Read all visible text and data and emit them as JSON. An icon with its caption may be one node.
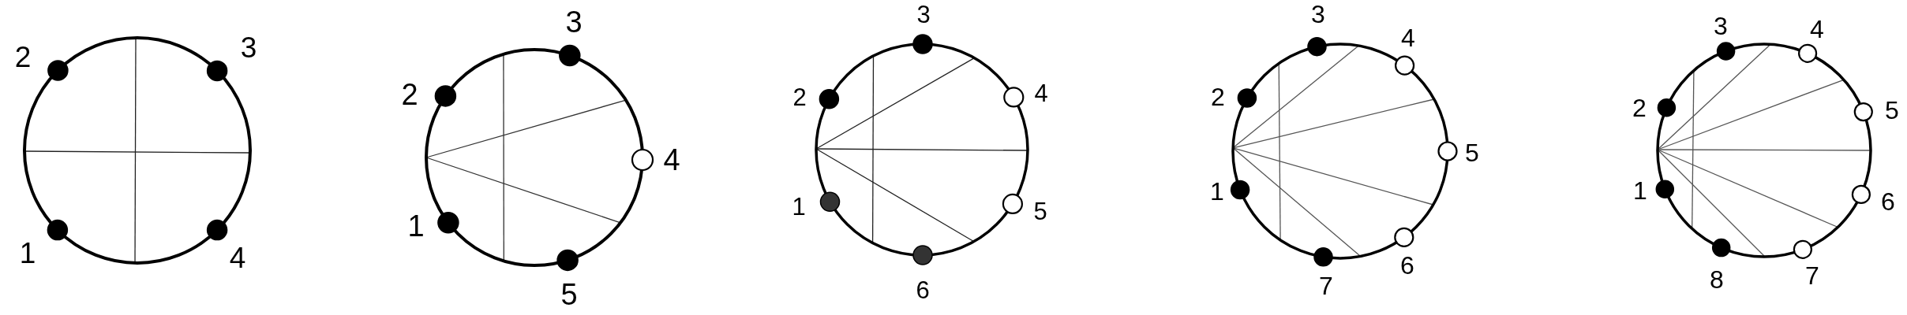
{
  "diagram": {
    "labels": [
      "1",
      "2",
      "3",
      "4",
      "1",
      "2",
      "3",
      "4",
      "5",
      "1",
      "2",
      "3",
      "4",
      "5",
      "6",
      "1",
      "2",
      "3",
      "4",
      "5",
      "6",
      "7",
      "1",
      "2",
      "3",
      "4",
      "5",
      "6",
      "7",
      "8"
    ]
  }
}
